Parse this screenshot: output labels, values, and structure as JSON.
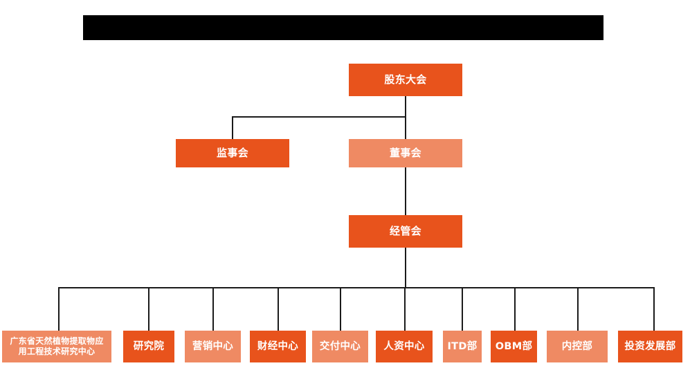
{
  "diagram": {
    "type": "org-chart",
    "title_bar": {
      "name": "redacted-title-bar",
      "state": "redacted",
      "color": "#000000",
      "text": ""
    },
    "colors": {
      "dark_orange": "#E8531C",
      "light_orange": "#EF8A63",
      "connector": "#1a1a1a",
      "background": "#ffffff",
      "node_text": "#ffffff"
    },
    "levels": [
      {
        "level": 1,
        "nodes": [
          {
            "id": "shareholders-meeting",
            "label": "股东大会",
            "tone": "dark"
          }
        ]
      },
      {
        "level": 2,
        "nodes": [
          {
            "id": "board-of-supervisors",
            "label": "监事会",
            "tone": "dark"
          },
          {
            "id": "board-of-directors",
            "label": "董事会",
            "tone": "light"
          }
        ]
      },
      {
        "level": 3,
        "nodes": [
          {
            "id": "management-committee",
            "label": "经管会",
            "tone": "dark"
          }
        ]
      },
      {
        "level": 4,
        "nodes": [
          {
            "id": "research-center-gd",
            "label": "广东省天然植物提取物应\n用工程技术研究中心",
            "tone": "light"
          },
          {
            "id": "research-institute",
            "label": "研究院",
            "tone": "dark"
          },
          {
            "id": "marketing-center",
            "label": "营销中心",
            "tone": "light"
          },
          {
            "id": "finance-center",
            "label": "财经中心",
            "tone": "dark"
          },
          {
            "id": "delivery-center",
            "label": "交付中心",
            "tone": "light"
          },
          {
            "id": "hr-center",
            "label": "人资中心",
            "tone": "dark"
          },
          {
            "id": "itd-dept",
            "label": "ITD部",
            "tone": "light"
          },
          {
            "id": "obm-dept",
            "label": "OBM部",
            "tone": "dark"
          },
          {
            "id": "internal-control-dept",
            "label": "内控部",
            "tone": "light"
          },
          {
            "id": "investment-development-dept",
            "label": "投资发展部",
            "tone": "dark"
          }
        ]
      }
    ]
  },
  "nodes": {
    "shareholders_meeting": "股东大会",
    "board_of_supervisors": "监事会",
    "board_of_directors": "董事会",
    "management_committee": "经管会",
    "research_center_gd": "广东省天然植物提取物应\n用工程技术研究中心",
    "research_institute": "研究院",
    "marketing_center": "营销中心",
    "finance_center": "财经中心",
    "delivery_center": "交付中心",
    "hr_center": "人资中心",
    "itd_dept": "ITD部",
    "obm_dept": "OBM部",
    "internal_control_dept": "内控部",
    "investment_development_dept": "投资发展部"
  }
}
